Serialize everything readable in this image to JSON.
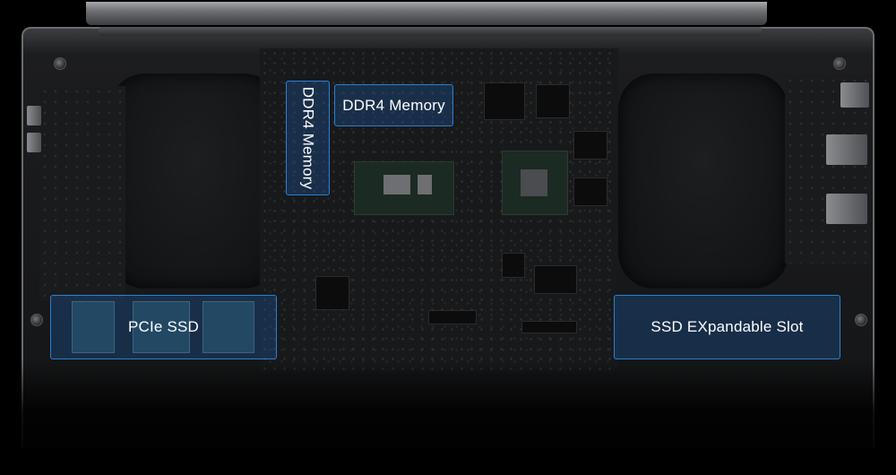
{
  "labels": {
    "ddr4_vertical": "DDR4 Memory",
    "ddr4_horizontal": "DDR4 Memory",
    "pcie_ssd": "PCIe SSD",
    "ssd_expandable_slot": "SSD EXpandable Slot"
  },
  "colors": {
    "label_border": "#2a7fd4",
    "label_fill": "#1e5aa0",
    "label_text": "#ffffff",
    "background": "#000000"
  }
}
